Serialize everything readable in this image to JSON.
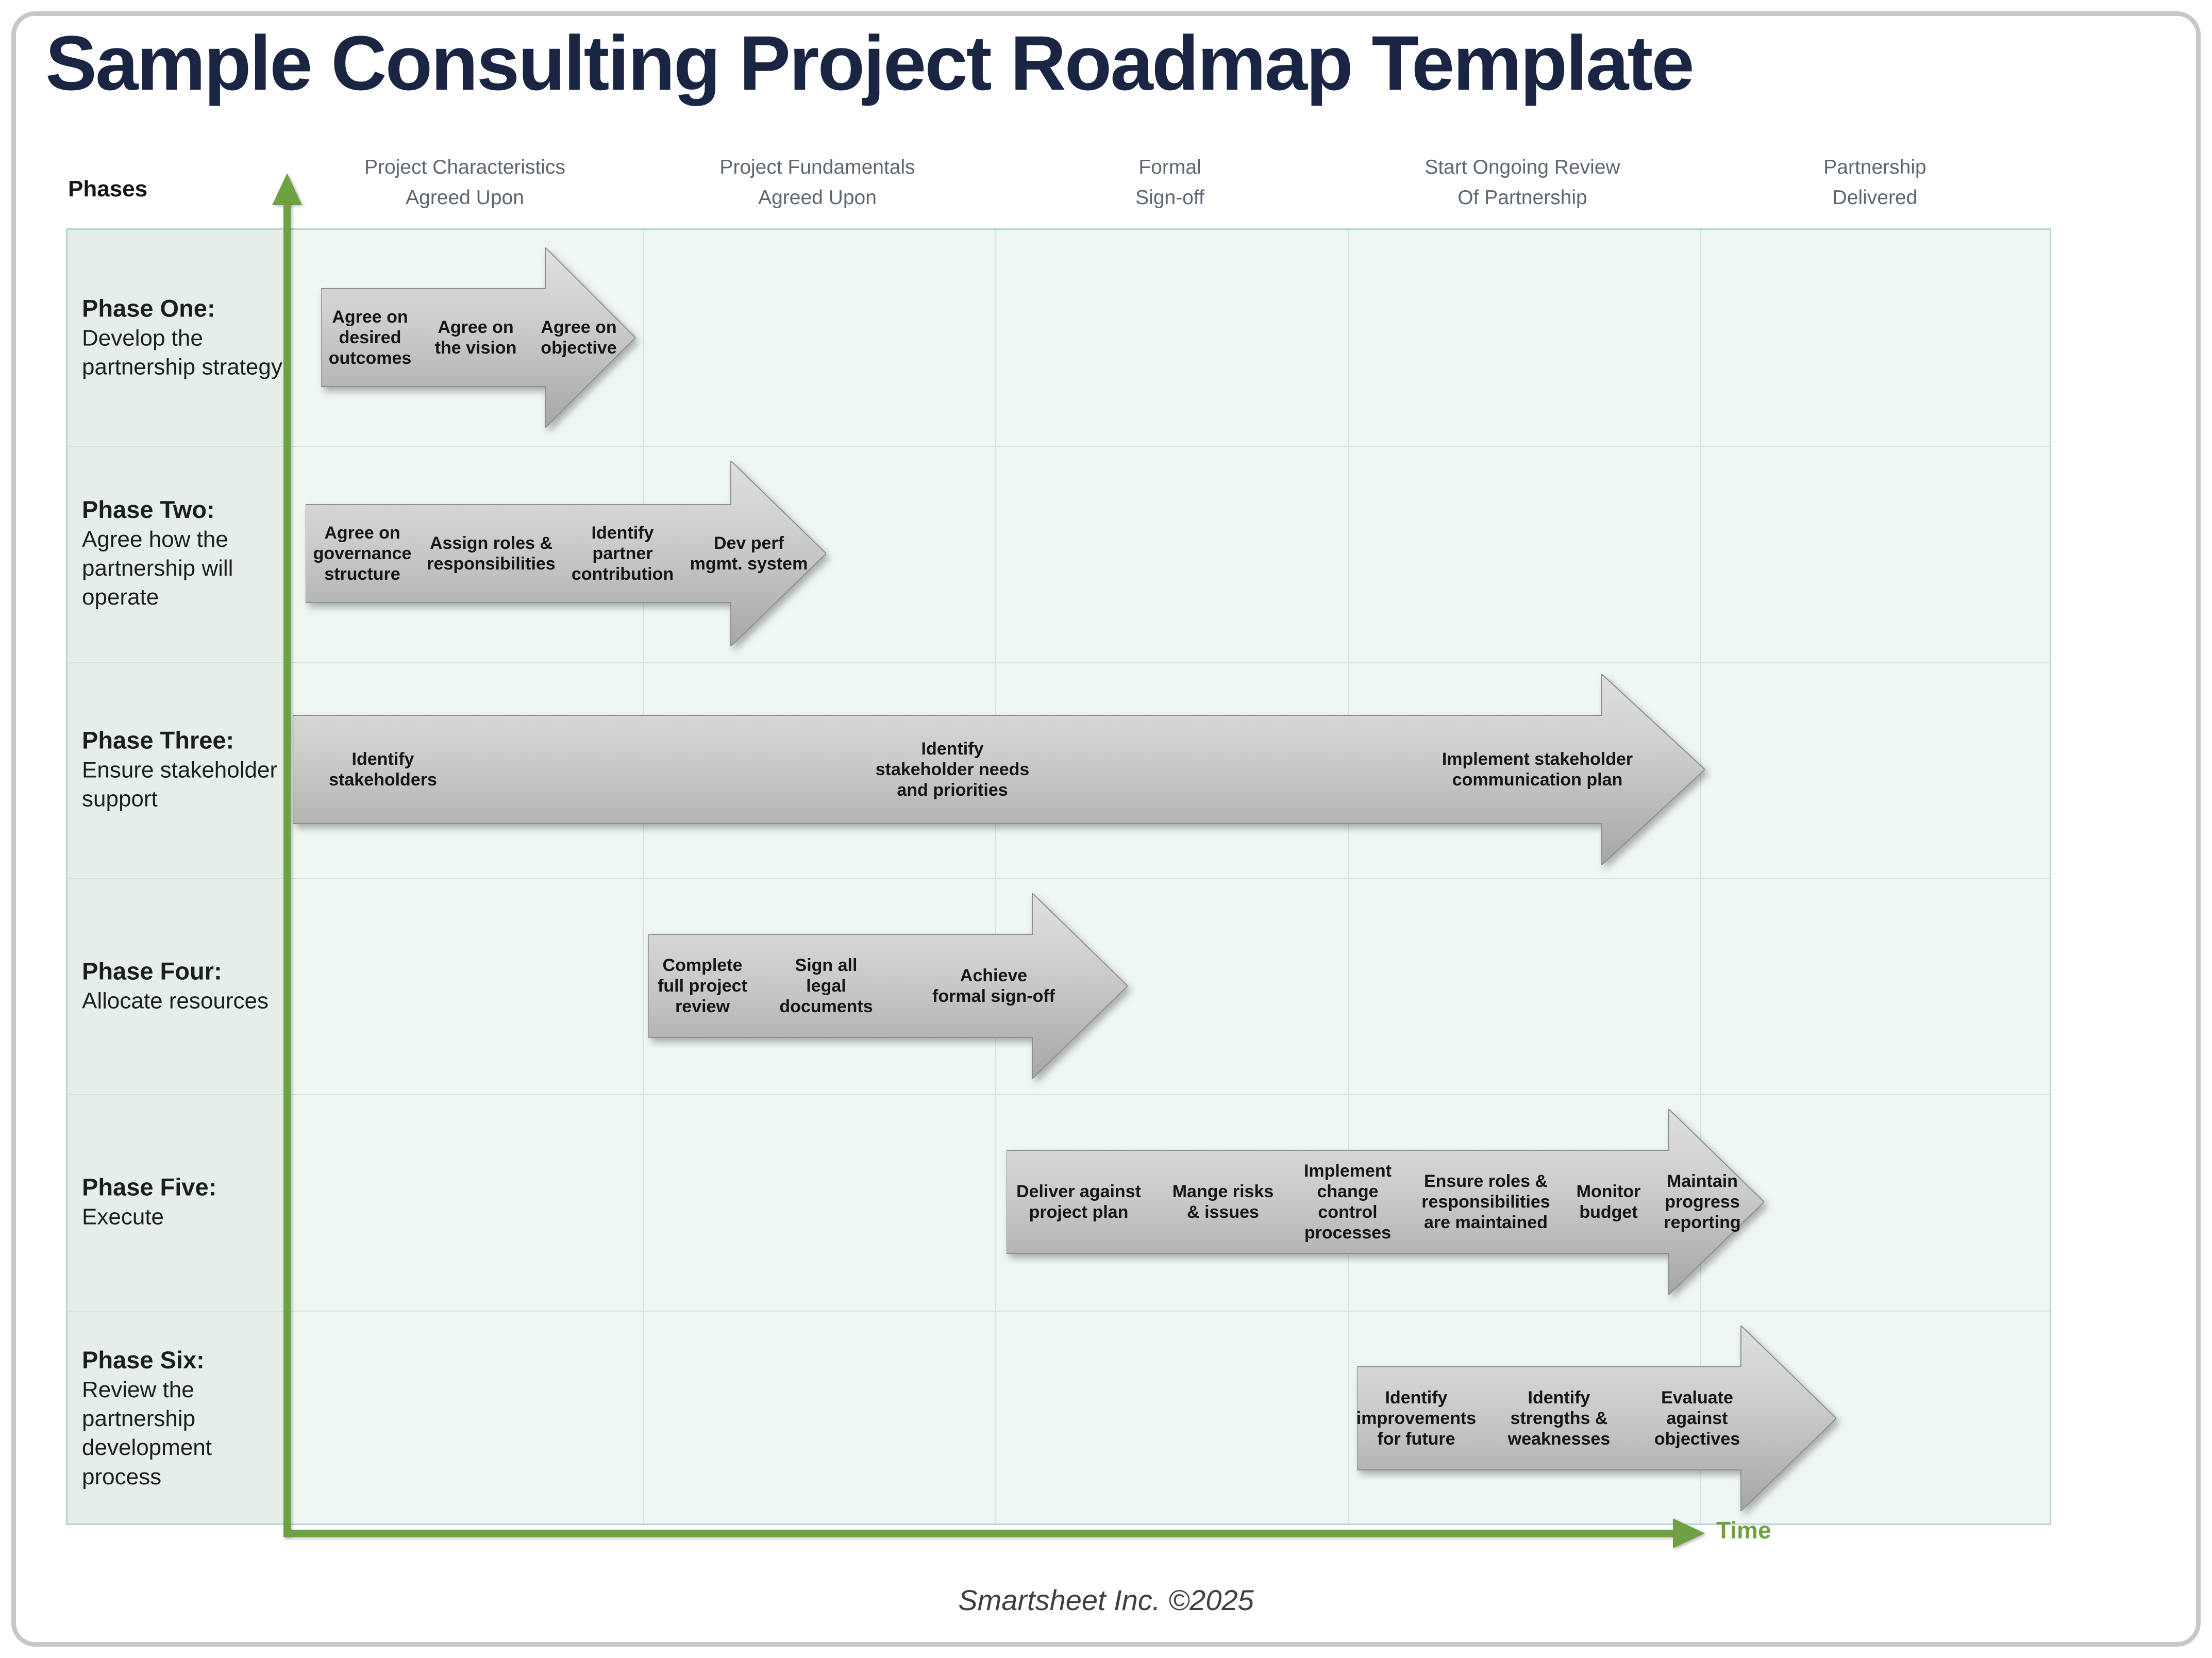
{
  "title": "Sample Consulting Project Roadmap Template",
  "footer": "Smartsheet Inc. ©2025",
  "axis": {
    "time_label": "Time"
  },
  "columns": {
    "phases_label": "Phases",
    "headers": [
      "Project Characteristics\nAgreed Upon",
      "Project Fundamentals\nAgreed Upon",
      "Formal\nSign-off",
      "Start Ongoing Review\nOf Partnership",
      "Partnership\nDelivered"
    ]
  },
  "rows": [
    {
      "phase": "Phase One:",
      "desc": "Develop the\npartnership strategy",
      "milestones": [
        "Agree on\ndesired\noutcomes",
        "Agree on\nthe vision",
        "Agree on\nobjective"
      ]
    },
    {
      "phase": "Phase Two:",
      "desc": "Agree how the\npartnership will\noperate",
      "milestones": [
        "Agree on\ngovernance\nstructure",
        "Assign roles &\nresponsibilities",
        "Identify\npartner\ncontribution",
        "Dev perf\nmgmt. system"
      ]
    },
    {
      "phase": "Phase Three:",
      "desc": "Ensure stakeholder\nsupport",
      "milestones": [
        "Identify\nstakeholders",
        "Identify\nstakeholder needs\nand priorities",
        "Implement stakeholder\ncommunication plan"
      ]
    },
    {
      "phase": "Phase Four:",
      "desc": "Allocate resources",
      "milestones": [
        "Complete\nfull project\nreview",
        "Sign all\nlegal\ndocuments",
        "Achieve\nformal sign-off"
      ]
    },
    {
      "phase": "Phase Five:",
      "desc": "Execute",
      "milestones": [
        "Deliver against\nproject plan",
        "Mange risks\n& issues",
        "Implement\nchange\ncontrol\nprocesses",
        "Ensure roles &\nresponsibilities\nare maintained",
        "Monitor\nbudget",
        "Maintain\nprogress\nreporting"
      ]
    },
    {
      "phase": "Phase Six:",
      "desc": "Review the\npartnership\ndevelopment\nprocess",
      "milestones": [
        "Identify\nimprovements\nfor future",
        "Identify\nstrengths &\nweaknesses",
        "Evaluate\nagainst\nobjectives"
      ]
    }
  ],
  "colors": {
    "title_navy": "#1A2543",
    "accent_green": "#6FA042",
    "grid_cell_bg": "#EEF7F4",
    "grid_label_bg": "#E4EFE9",
    "gridline": "#CFE4DF",
    "arrow_border": "#8F8F8F",
    "header_gray": "#5D6670"
  }
}
